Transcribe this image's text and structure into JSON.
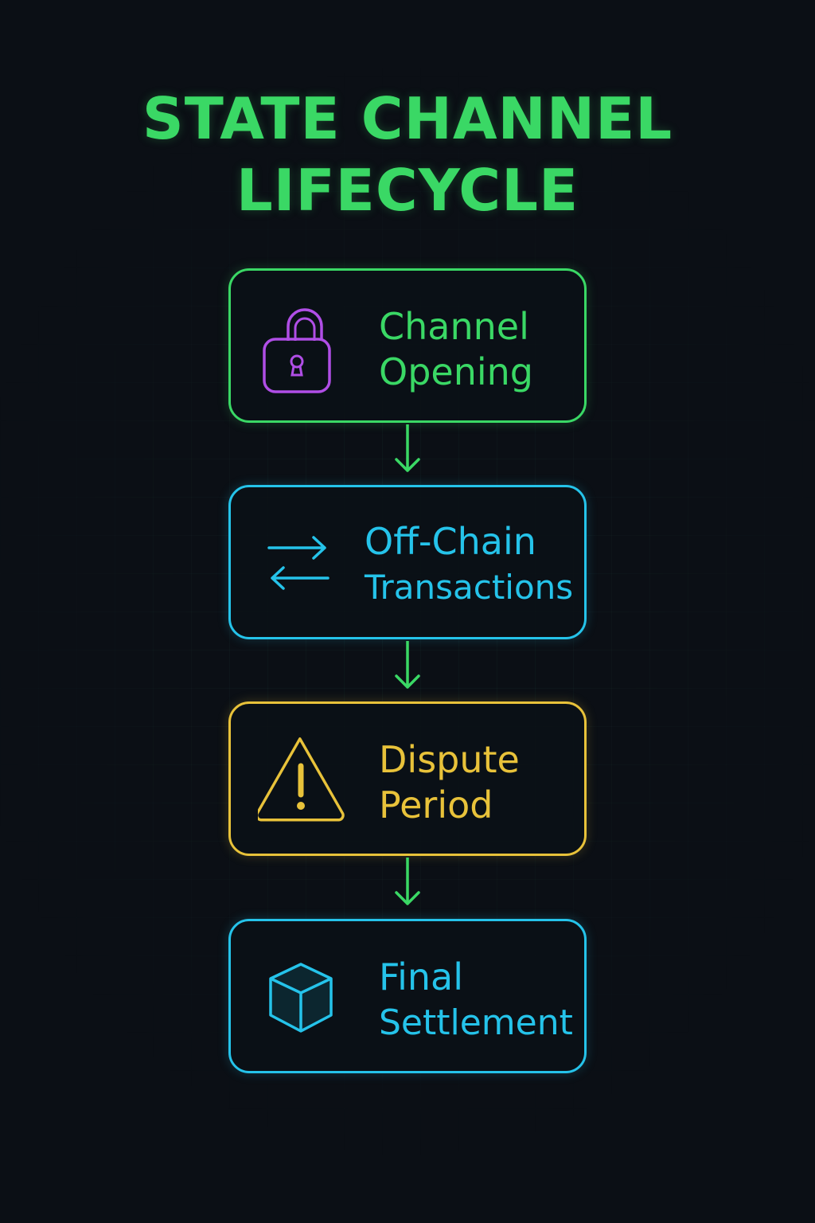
{
  "title": {
    "line1": "STATE CHANNEL",
    "line2": "LIFECYCLE"
  },
  "stages": [
    {
      "line1": "Channel",
      "line2": "Opening",
      "icon": "padlock-icon"
    },
    {
      "line1": "Off-Chain",
      "line2": "Transactions",
      "icon": "swap-arrows-icon"
    },
    {
      "line1": "Dispute",
      "line2": "Period",
      "icon": "warning-icon"
    },
    {
      "line1": "Final",
      "line2": "Settlement",
      "icon": "cube-icon"
    }
  ],
  "colors": {
    "background": "#0b0f15",
    "title": "#3ad865",
    "opening_border": "#3ad865",
    "opening_text": "#3ad865",
    "opening_icon": "#b04ee6",
    "offchain": "#25c3ea",
    "dispute": "#e8c23a",
    "settlement": "#25c3ea",
    "connector": "#3ad865"
  }
}
